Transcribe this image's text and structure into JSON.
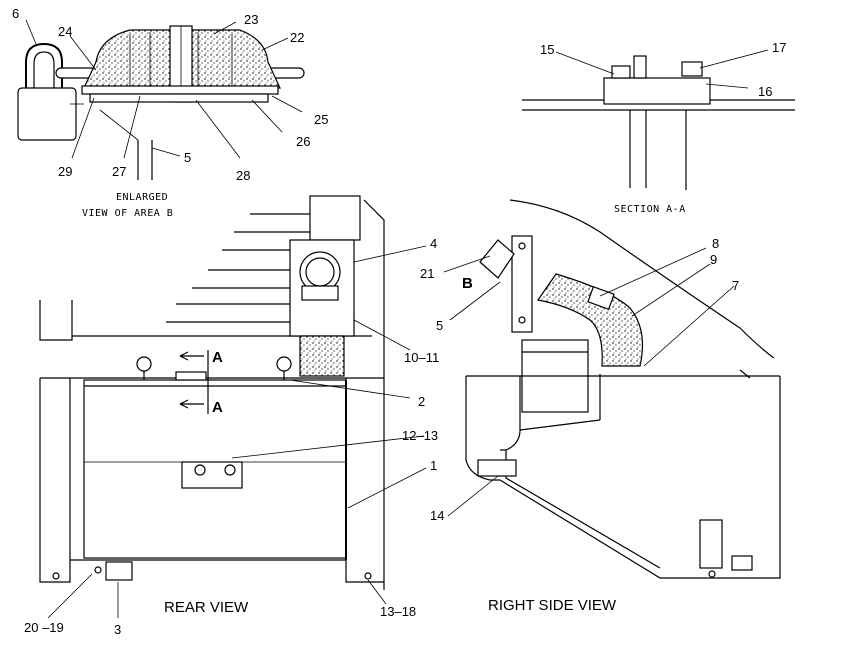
{
  "captions": {
    "enlarged_line1": "ENLARGED",
    "enlarged_line2": "VIEW OF AREA B",
    "section": "SECTION A-A",
    "rear_view": "REAR VIEW",
    "right_side_view": "RIGHT SIDE VIEW"
  },
  "markers": {
    "section_a_top": "A",
    "section_a_bottom": "A",
    "area_b": "B"
  },
  "callouts": {
    "c6": "6",
    "c24": "24",
    "c23": "23",
    "c22": "22",
    "c25": "25",
    "c26": "26",
    "c29": "29",
    "c27": "27",
    "c5_top": "5",
    "c28": "28",
    "c15": "15",
    "c17": "17",
    "c16": "16",
    "c4": "4",
    "c10_11": "10–11",
    "c2": "2",
    "c12_13": "12–13",
    "c1": "1",
    "c20_19": "20 –19",
    "c3": "3",
    "c13_18": "13–18",
    "c21": "21",
    "c5_side": "5",
    "c8": "8",
    "c9": "9",
    "c7": "7",
    "c14": "14"
  }
}
